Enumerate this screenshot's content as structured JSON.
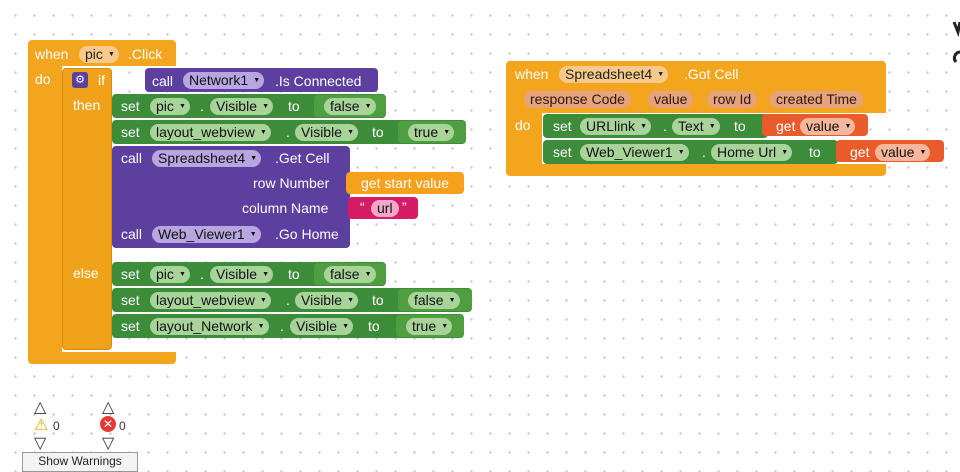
{
  "block_a": {
    "when": "when",
    "component": "pic",
    "event": ".Click",
    "do": "do",
    "if": "if",
    "call": "call",
    "network": "Network1",
    "is_connected": ".Is Connected",
    "then": "then",
    "else": "else",
    "then_rows": [
      {
        "set": "set",
        "comp": "pic",
        "dot": ".",
        "prop": "Visible",
        "to": "to",
        "val": "false"
      },
      {
        "set": "set",
        "comp": "layout_webview",
        "dot": ".",
        "prop": "Visible",
        "to": "to",
        "val": "true"
      }
    ],
    "call_getcell": {
      "call": "call",
      "comp": "Spreadsheet4",
      "method": ".Get Cell",
      "row_label": "row Number",
      "row_val": "get start value",
      "col_label": "column Name",
      "col_val": "url",
      "quote_open": "“",
      "quote_close": "”"
    },
    "call_gohome": {
      "call": "call",
      "comp": "Web_Viewer1",
      "method": ".Go Home"
    },
    "else_rows": [
      {
        "set": "set",
        "comp": "pic",
        "dot": ".",
        "prop": "Visible",
        "to": "to",
        "val": "false"
      },
      {
        "set": "set",
        "comp": "layout_webview",
        "dot": ".",
        "prop": "Visible",
        "to": "to",
        "val": "false"
      },
      {
        "set": "set",
        "comp": "layout_Network",
        "dot": ".",
        "prop": "Visible",
        "to": "to",
        "val": "true"
      }
    ]
  },
  "block_b": {
    "when": "when",
    "component": "Spreadsheet4",
    "event": ".Got Cell",
    "params": [
      "response Code",
      "value",
      "row Id",
      "created Time"
    ],
    "do": "do",
    "rows": [
      {
        "set": "set",
        "comp": "URLlink",
        "dot": ".",
        "prop": "Text",
        "to": "to",
        "get": "get",
        "val": "value"
      },
      {
        "set": "set",
        "comp": "Web_Viewer1",
        "dot": ".",
        "prop": "Home Url",
        "to": "to",
        "get": "get",
        "val": "value"
      }
    ]
  },
  "warnings": {
    "warn_count": "0",
    "error_count": "0",
    "button": "Show Warnings"
  }
}
